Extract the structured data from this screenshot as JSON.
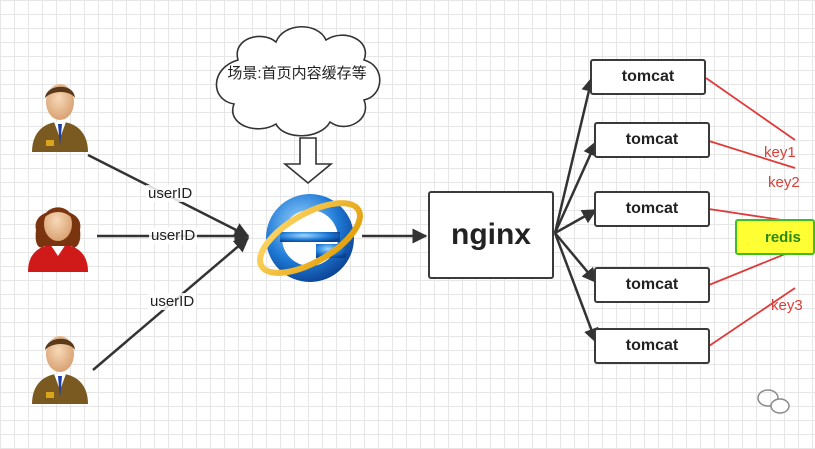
{
  "cloud_text": "场景:首页内容缓存等",
  "user_edge_labels": [
    "userID",
    "userID",
    "userID"
  ],
  "proxy_label": "nginx",
  "servers": [
    "tomcat",
    "tomcat",
    "tomcat",
    "tomcat",
    "tomcat"
  ],
  "cache_label": "redis",
  "key_labels": [
    "key1",
    "key2",
    "key3"
  ],
  "colors": {
    "arrow": "#333333",
    "redis_line": "#e03a3a",
    "redis_fill": "#ffff33",
    "redis_border": "#3fbf1f"
  },
  "icons": [
    "businessman-icon",
    "woman-icon",
    "businessman-icon",
    "internet-explorer-icon",
    "wechat-watermark-icon"
  ]
}
